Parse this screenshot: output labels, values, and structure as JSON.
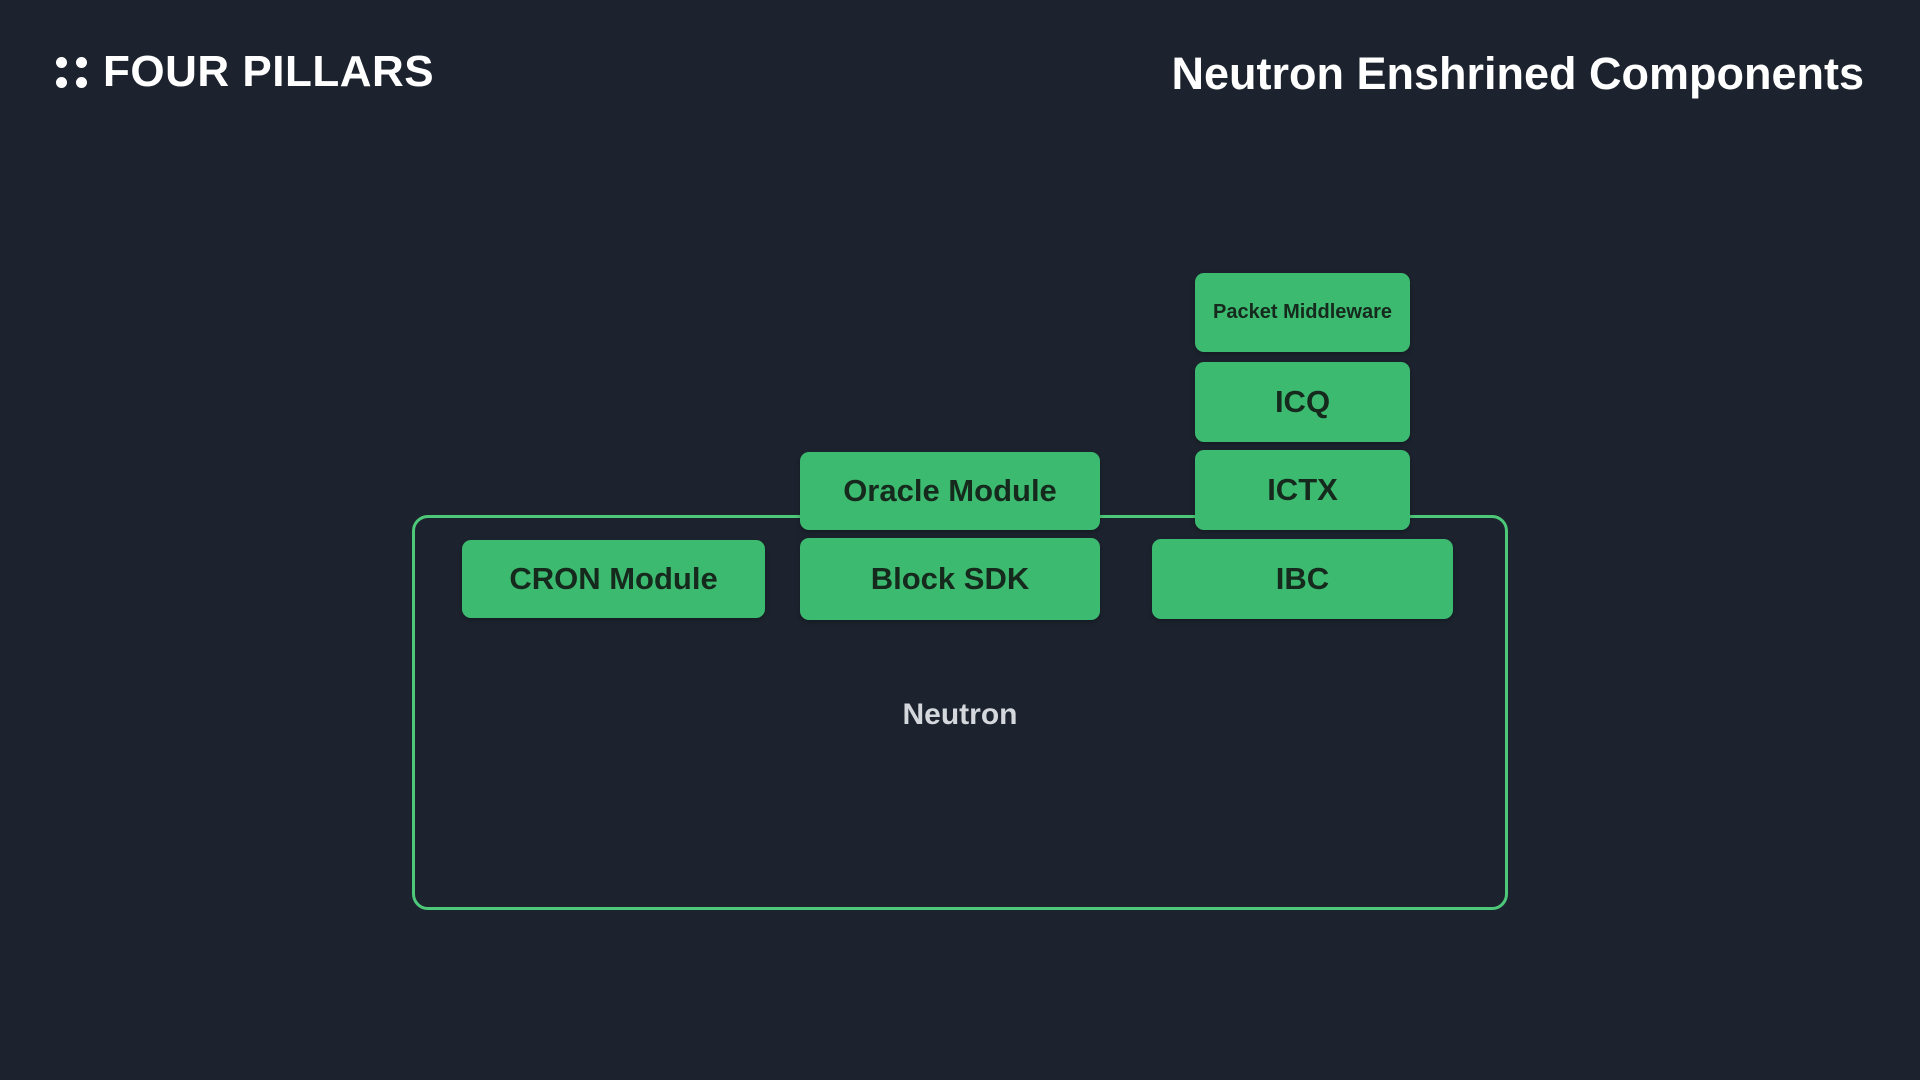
{
  "header": {
    "logo_text": "FOUR PILLARS",
    "title": "Neutron Enshrined Components"
  },
  "colors": {
    "background": "#1c232e",
    "box_fill": "#3cba70",
    "box_text": "#16291d",
    "container_border": "#4dc878",
    "container_label_color": "#d4d8dd"
  },
  "diagram": {
    "container_label": "Neutron",
    "boxes": {
      "packet_middleware": "Packet Middleware",
      "icq": "ICQ",
      "ictx": "ICTX",
      "oracle_module": "Oracle Module",
      "cron_module": "CRON Module",
      "block_sdk": "Block SDK",
      "ibc": "IBC"
    }
  }
}
